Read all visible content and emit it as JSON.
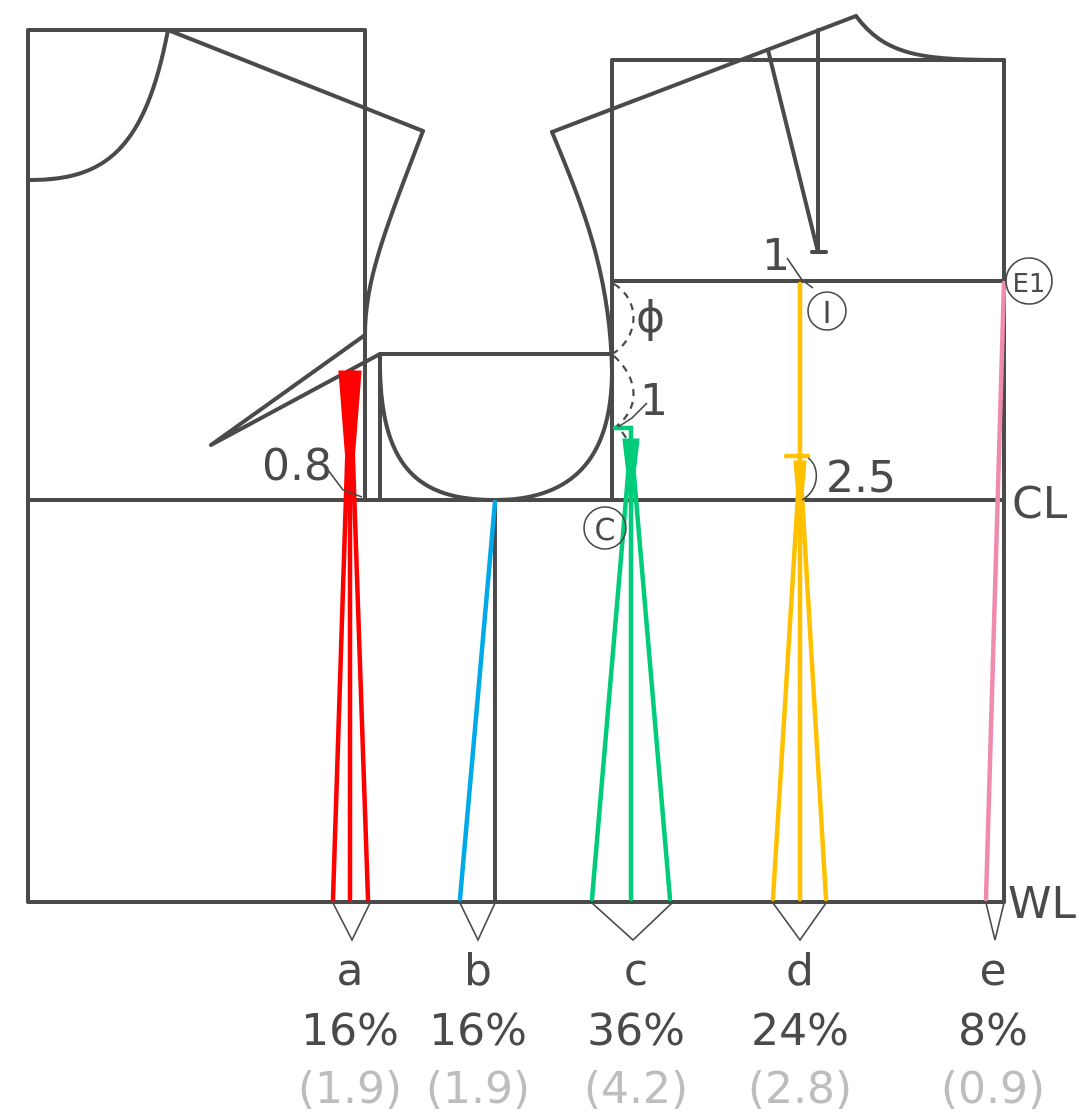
{
  "annotations": {
    "dim_08": "0.8",
    "dim_1_top": "1",
    "dim_1_mid": "1",
    "dim_25": "2.5",
    "phi": "ϕ",
    "mark_i": "I",
    "mark_e1": "E1",
    "mark_c": "C",
    "line_cl": "CL",
    "line_wl": "WL"
  },
  "darts": [
    {
      "letter": "a",
      "percent": "16%",
      "amount": "(1.9)",
      "color": "#ff0000"
    },
    {
      "letter": "b",
      "percent": "16%",
      "amount": "(1.9)",
      "color": "#00a9e8"
    },
    {
      "letter": "c",
      "percent": "36%",
      "amount": "(4.2)",
      "color": "#00cc7a"
    },
    {
      "letter": "d",
      "percent": "24%",
      "amount": "(2.8)",
      "color": "#ffc000"
    },
    {
      "letter": "e",
      "percent": "8%",
      "amount": "(0.9)",
      "color": "#f08cab"
    }
  ],
  "colors": {
    "outline": "#4a4a4a",
    "secondary_text": "#bdbdbd"
  }
}
